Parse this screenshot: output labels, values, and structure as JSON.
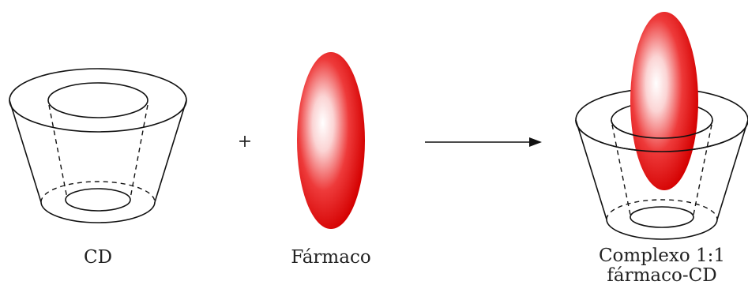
{
  "labels": {
    "cd": "CD",
    "plus": "+",
    "drug": "Fármaco",
    "complex_line1": "Complexo 1:1",
    "complex_line2": "fármaco-CD"
  },
  "colors": {
    "drug_red": "#e00000",
    "drug_highlight": "#ffffff",
    "line": "#111111",
    "text": "#222222"
  }
}
